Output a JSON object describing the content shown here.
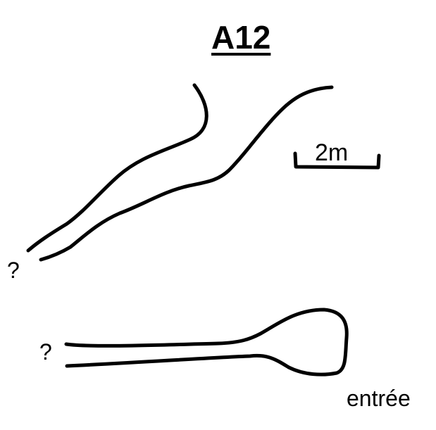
{
  "diagram": {
    "title": "A12",
    "scale_label": "2m",
    "unknown_mark_top": "?",
    "unknown_mark_bottom": "?",
    "entrance_label": "entrée",
    "stroke_color": "#000000",
    "background_color": "#ffffff"
  }
}
